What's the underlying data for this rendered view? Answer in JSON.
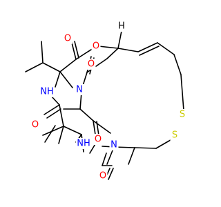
{
  "structure": {
    "atoms": {
      "O_ester_carbonyl": {
        "text": "O",
        "color": "#ff0000"
      },
      "O_ring": {
        "text": "O",
        "color": "#ff0000"
      },
      "H_top": {
        "text": "H",
        "color": "#000000"
      },
      "O_amide_right": {
        "text": "O",
        "color": "#ff0000"
      },
      "NH_left": {
        "text": "NH",
        "color": "#0000ff"
      },
      "N_center": {
        "text": "N",
        "color": "#0000ff"
      },
      "O_left_mid": {
        "text": "O",
        "color": "#ff0000"
      },
      "S_upper": {
        "text": "S",
        "color": "#cccc00"
      },
      "S_lower": {
        "text": "S",
        "color": "#cccc00"
      },
      "O_amide_mid": {
        "text": "O",
        "color": "#ff0000"
      },
      "NH_lower": {
        "text": "NH",
        "color": "#0000ff"
      },
      "N_lower": {
        "text": "N",
        "color": "#0000ff"
      },
      "O_bottom": {
        "text": "O",
        "color": "#ff0000"
      }
    }
  }
}
